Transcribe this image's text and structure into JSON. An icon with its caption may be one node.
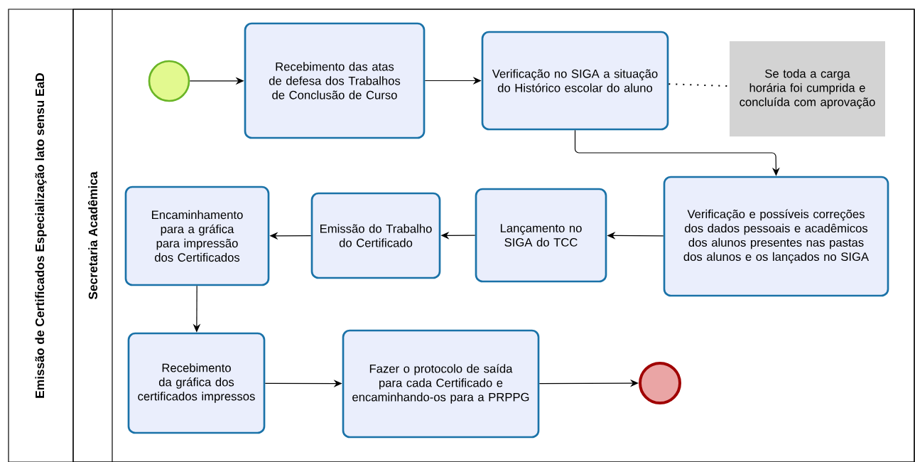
{
  "diagram": {
    "nodes": [
      {
        "text": [
          "Emissão de Certificados Especialização lato sensu EaD"
        ]
      },
      {
        "text": [
          "Secretaria Acadêmica"
        ],
        "in": 0
      },
      {
        "text": [],
        "shape": "circle",
        "in": 1
      },
      {
        "text": [
          "Recebimento das atas de defesa dos Trabalhos de Conclusão de Curso"
        ],
        "in": 1
      },
      {
        "text": [
          "Verificação no SIGA a situação do Histórico escolar do aluno"
        ],
        "in": 1
      },
      {
        "text": [
          "Se toda a  carga horária foi cumprida e concluída com aprovação"
        ],
        "in": 1
      },
      {
        "text": [
          "Verificação e possíveis correções dos dados pessoais e acadêmicos dos alunos presentes nas pastas dos alunos e os lançados no SIGA"
        ],
        "in": 1
      },
      {
        "text": [
          "Lançamento no SIGA do TCC"
        ],
        "in": 1
      },
      {
        "text": [
          "Emissão do Trabalho do Certificado"
        ],
        "in": 1
      },
      {
        "text": [
          "Encaminhamento para a gráfica para impressão dos Certificados"
        ],
        "in": 1
      },
      {
        "text": [
          "Recebimento da gráfica dos certificados impressos"
        ],
        "in": 1
      },
      {
        "text": [
          "Fazer o protocolo de saída para cada Certificado e encaminhando-os para a PRPPG"
        ],
        "in": 1
      },
      {
        "text": [],
        "shape": "circle",
        "in": 1
      }
    ],
    "edges": [
      {
        "from": 2,
        "to": 3,
        "arrow": "to"
      },
      {
        "from": 3,
        "to": 4,
        "arrow": "to"
      },
      {
        "from": 4,
        "to": 5,
        "arrow": "none",
        "style": "dashed"
      },
      {
        "from": 4,
        "to": 6,
        "arrow": "to"
      },
      {
        "from": 6,
        "to": 7,
        "arrow": "to"
      },
      {
        "from": 7,
        "to": 8,
        "arrow": "to"
      },
      {
        "from": 8,
        "to": 9,
        "arrow": "to"
      },
      {
        "from": 9,
        "to": 10,
        "arrow": "to"
      },
      {
        "from": 10,
        "to": 11,
        "arrow": "to"
      },
      {
        "from": 11,
        "to": 12,
        "arrow": "to"
      }
    ]
  }
}
